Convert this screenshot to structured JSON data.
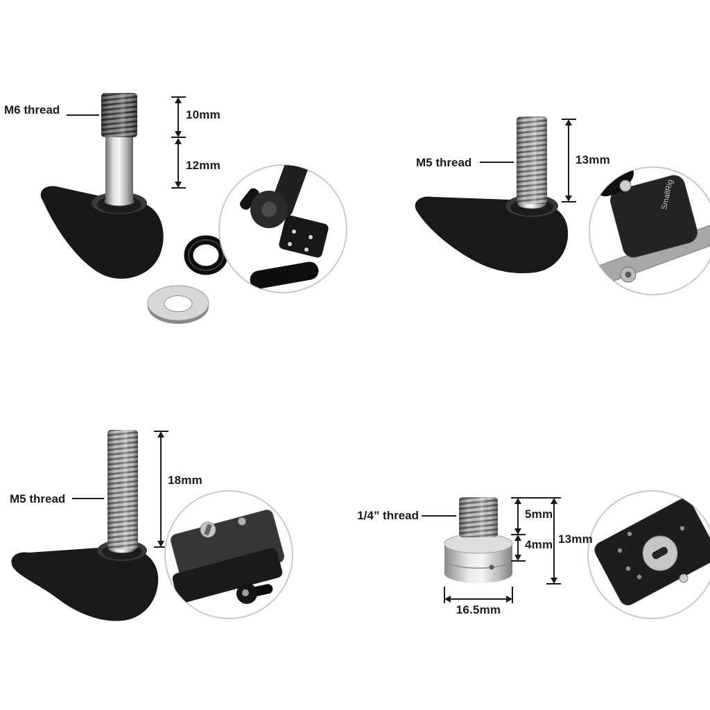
{
  "colors": {
    "background": "#ffffff",
    "annotation": "#1a1a1a",
    "lever_black": "#181818",
    "metal_silver": "#c0c0c0",
    "inset_border": "#c9c9c9"
  },
  "top_left": {
    "thread_label": "M6 thread",
    "dim_thread": "10mm",
    "dim_shaft": "12mm"
  },
  "top_right": {
    "thread_label": "M5 thread",
    "dim_thread": "13mm",
    "inset_brand": "SmallRig"
  },
  "bottom_left": {
    "thread_label": "M5 thread",
    "dim_thread": "18mm"
  },
  "bottom_right": {
    "thread_label": "1/4” thread",
    "dim_thread": "5mm",
    "dim_collar": "4mm",
    "dim_total": "13mm",
    "dim_width": "16.5mm"
  }
}
